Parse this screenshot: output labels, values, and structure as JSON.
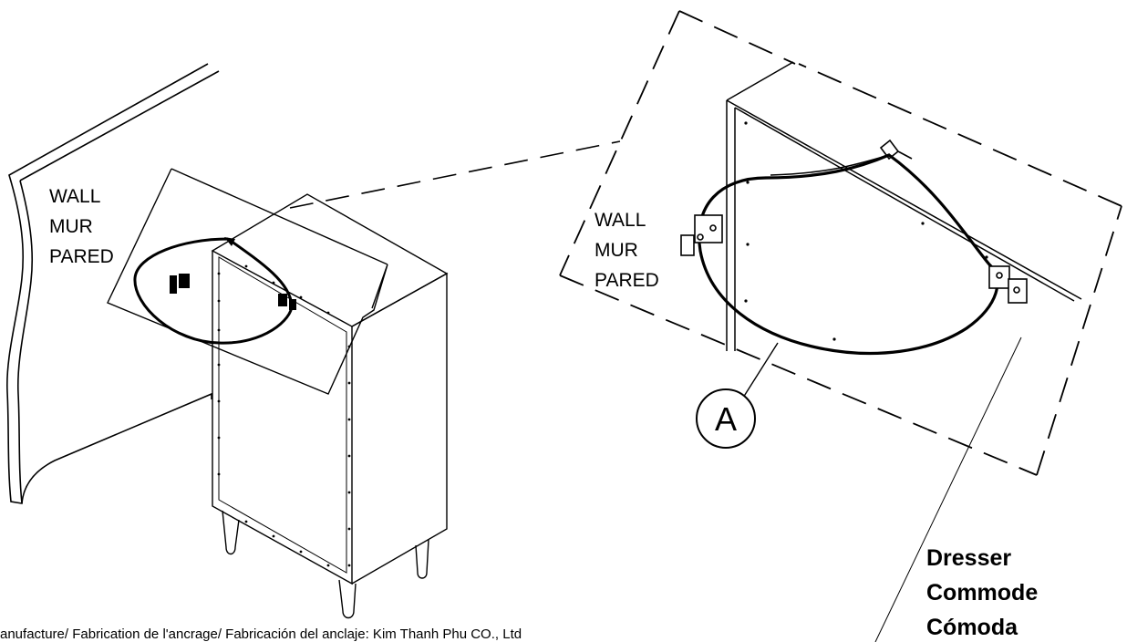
{
  "wall_label_left": {
    "line1": "WALL",
    "line2": "MUR",
    "line3": "PARED"
  },
  "wall_label_detail": {
    "line1": "WALL",
    "line2": "MUR",
    "line3": "PARED"
  },
  "callout": {
    "letter": "A"
  },
  "dresser_label": {
    "line1": "Dresser",
    "line2": "Commode",
    "line3": "Cómoda"
  },
  "footer": {
    "text": "anufacture/ Fabrication de l'ancrage/ Fabricación del anclaje: Kim Thanh Phu CO., Ltd"
  }
}
